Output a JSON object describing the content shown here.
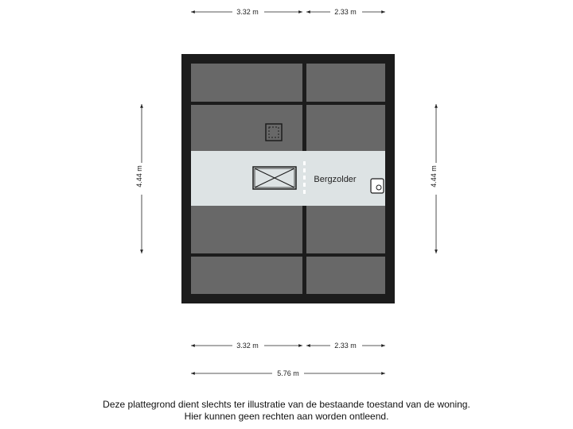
{
  "dimensions": {
    "top_left": "3.32 m",
    "top_right": "2.33 m",
    "bottom_left": "3.32 m",
    "bottom_right": "2.33 m",
    "total_width": "5.76 m",
    "left_height": "4.44 m",
    "right_height": "4.44 m"
  },
  "room": {
    "name": "Bergzolder"
  },
  "disclaimer": {
    "line1": "Deze plattegrond dient slechts ter illustratie van de bestaande toestand van de woning.",
    "line2": "Hier kunnen geen rechten aan worden ontleend."
  },
  "colors": {
    "wall": "#1c1c1c",
    "roof_slope": "#686868",
    "floor": "#dde3e4"
  }
}
